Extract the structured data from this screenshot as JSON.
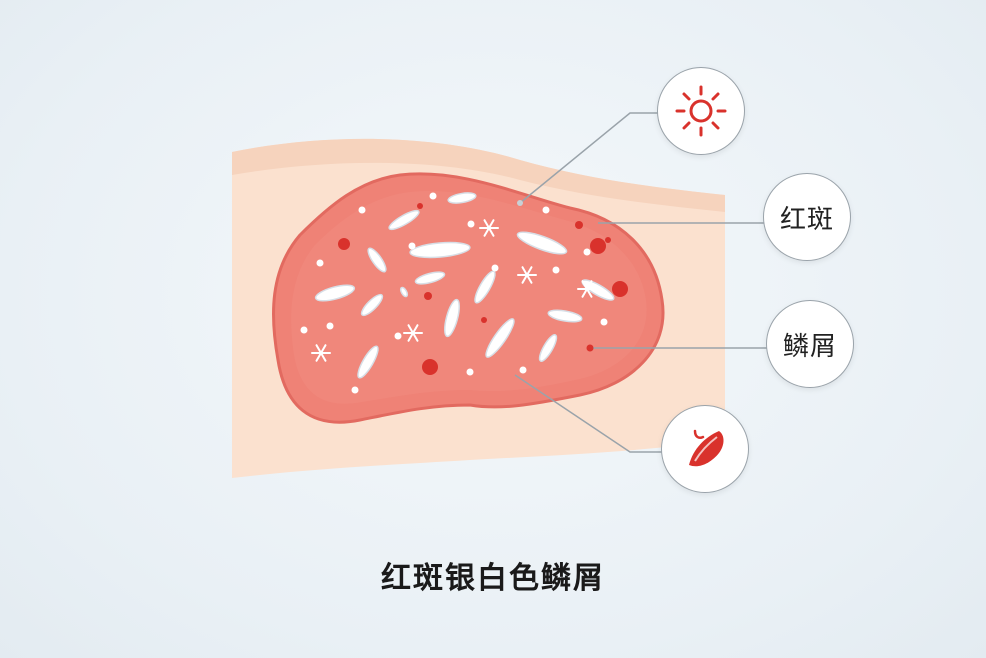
{
  "callouts": {
    "erythema_label": "红斑",
    "scale_label": "鳞屑"
  },
  "icons": [
    "sun-icon",
    "skin-flake-icon"
  ],
  "colors": {
    "skin": "#fbe1cf",
    "plaque": "#ef8276",
    "plaque_edge": "#e26a60",
    "scale": "#ffffff",
    "accent_red": "#d9322c",
    "leader_line": "#9aa3aa"
  },
  "caption": "红斑银白色鳞屑"
}
